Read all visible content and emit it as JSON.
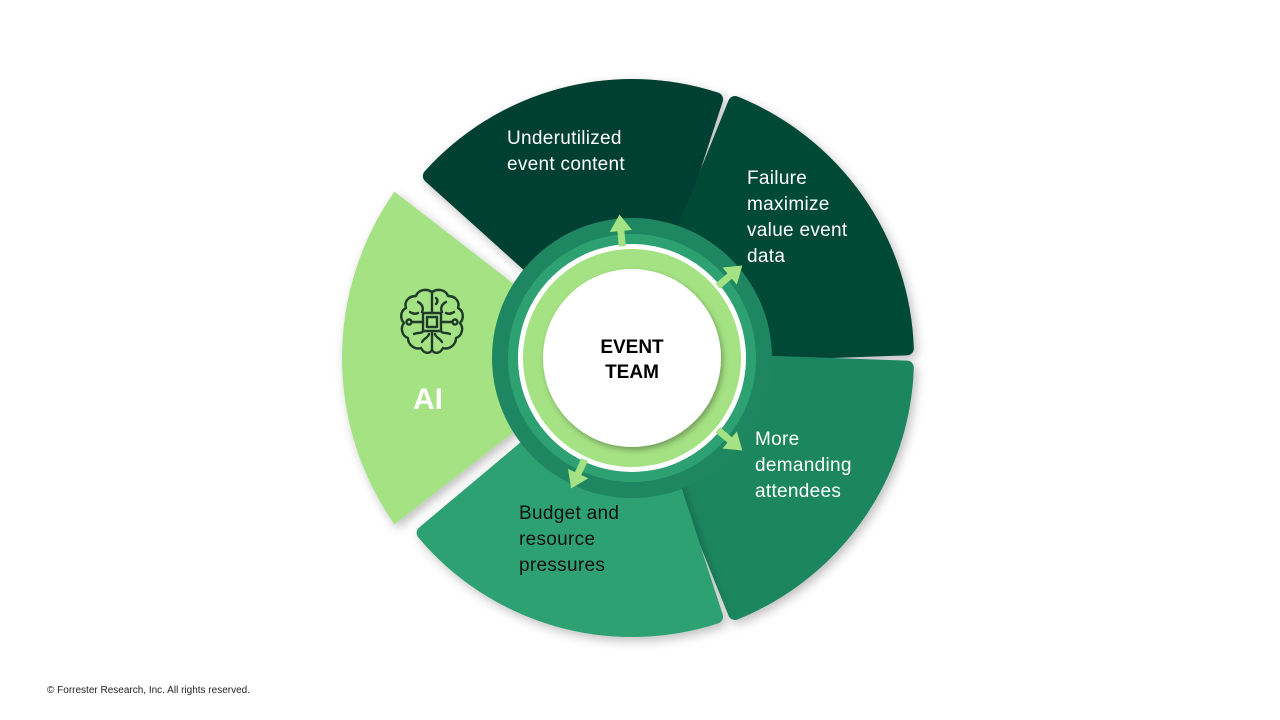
{
  "diagram": {
    "center": {
      "line1": "EVENT",
      "line2": "TEAM"
    },
    "ai": {
      "label": "AI",
      "icon": "brain-chip-icon"
    },
    "segments": [
      {
        "id": "underutilized",
        "label": "Underutilized event content",
        "lines": [
          "Underutilized",
          "event content"
        ],
        "color": "#034030",
        "text_color": "#ffffff"
      },
      {
        "id": "failure",
        "label": "Failure maximize value event data",
        "lines": [
          "Failure",
          "maximize",
          "value event",
          "data"
        ],
        "color": "#064a36",
        "text_color": "#ffffff"
      },
      {
        "id": "demanding",
        "label": "More demanding attendees",
        "lines": [
          "More",
          "demanding",
          "attendees"
        ],
        "color": "#1e8660",
        "text_color": "#ffffff"
      },
      {
        "id": "budget",
        "label": "Budget and resource pressures",
        "lines": [
          "Budget and",
          "resource",
          "pressures"
        ],
        "color": "#2ea173",
        "text_color": "#111111"
      },
      {
        "id": "ai",
        "label": "AI",
        "lines": [
          "AI"
        ],
        "color": "#a5e283",
        "text_color": "#ffffff"
      }
    ],
    "ring_colors": {
      "outer_ring": "#2ea173",
      "inner_ring": "#a5e283",
      "arrows": "#a5e283",
      "hub": "#ffffff"
    }
  },
  "footer": {
    "copyright": "© Forrester Research, Inc. All rights reserved."
  }
}
